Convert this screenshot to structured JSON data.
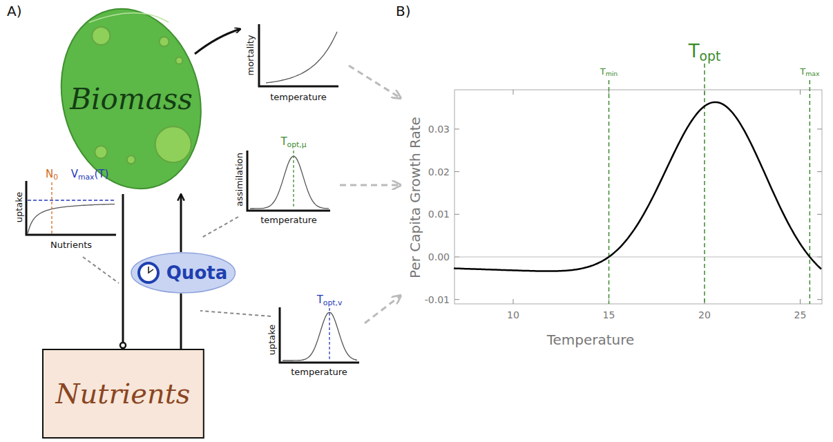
{
  "diagram": {
    "nodes": [
      {
        "text": [
          "Biomass"
        ]
      },
      {
        "text": [
          "Quota"
        ]
      },
      {
        "text": [
          "Nutrients"
        ]
      }
    ],
    "edges": [
      {
        "from": 0,
        "to": 2,
        "arrow": "to"
      },
      {
        "from": 2,
        "to": 1,
        "arrow": "none"
      },
      {
        "from": 1,
        "to": 0,
        "arrow": "to"
      }
    ],
    "labels": [
      "A)",
      "B)",
      "mortality",
      "temperature",
      "assimilation",
      "temperature",
      "Topt,μ",
      "uptake",
      "Nutrients",
      "N0",
      "Vmax(T)",
      "uptake",
      "temperature",
      "Topt,v",
      "Tmin",
      "Topt",
      "Tmax",
      "Per Capita Growth Rate",
      "Temperature",
      "0.03",
      "0.02",
      "0.01",
      "0.00",
      "-0.01",
      "10",
      "15",
      "20",
      "25"
    ]
  }
}
